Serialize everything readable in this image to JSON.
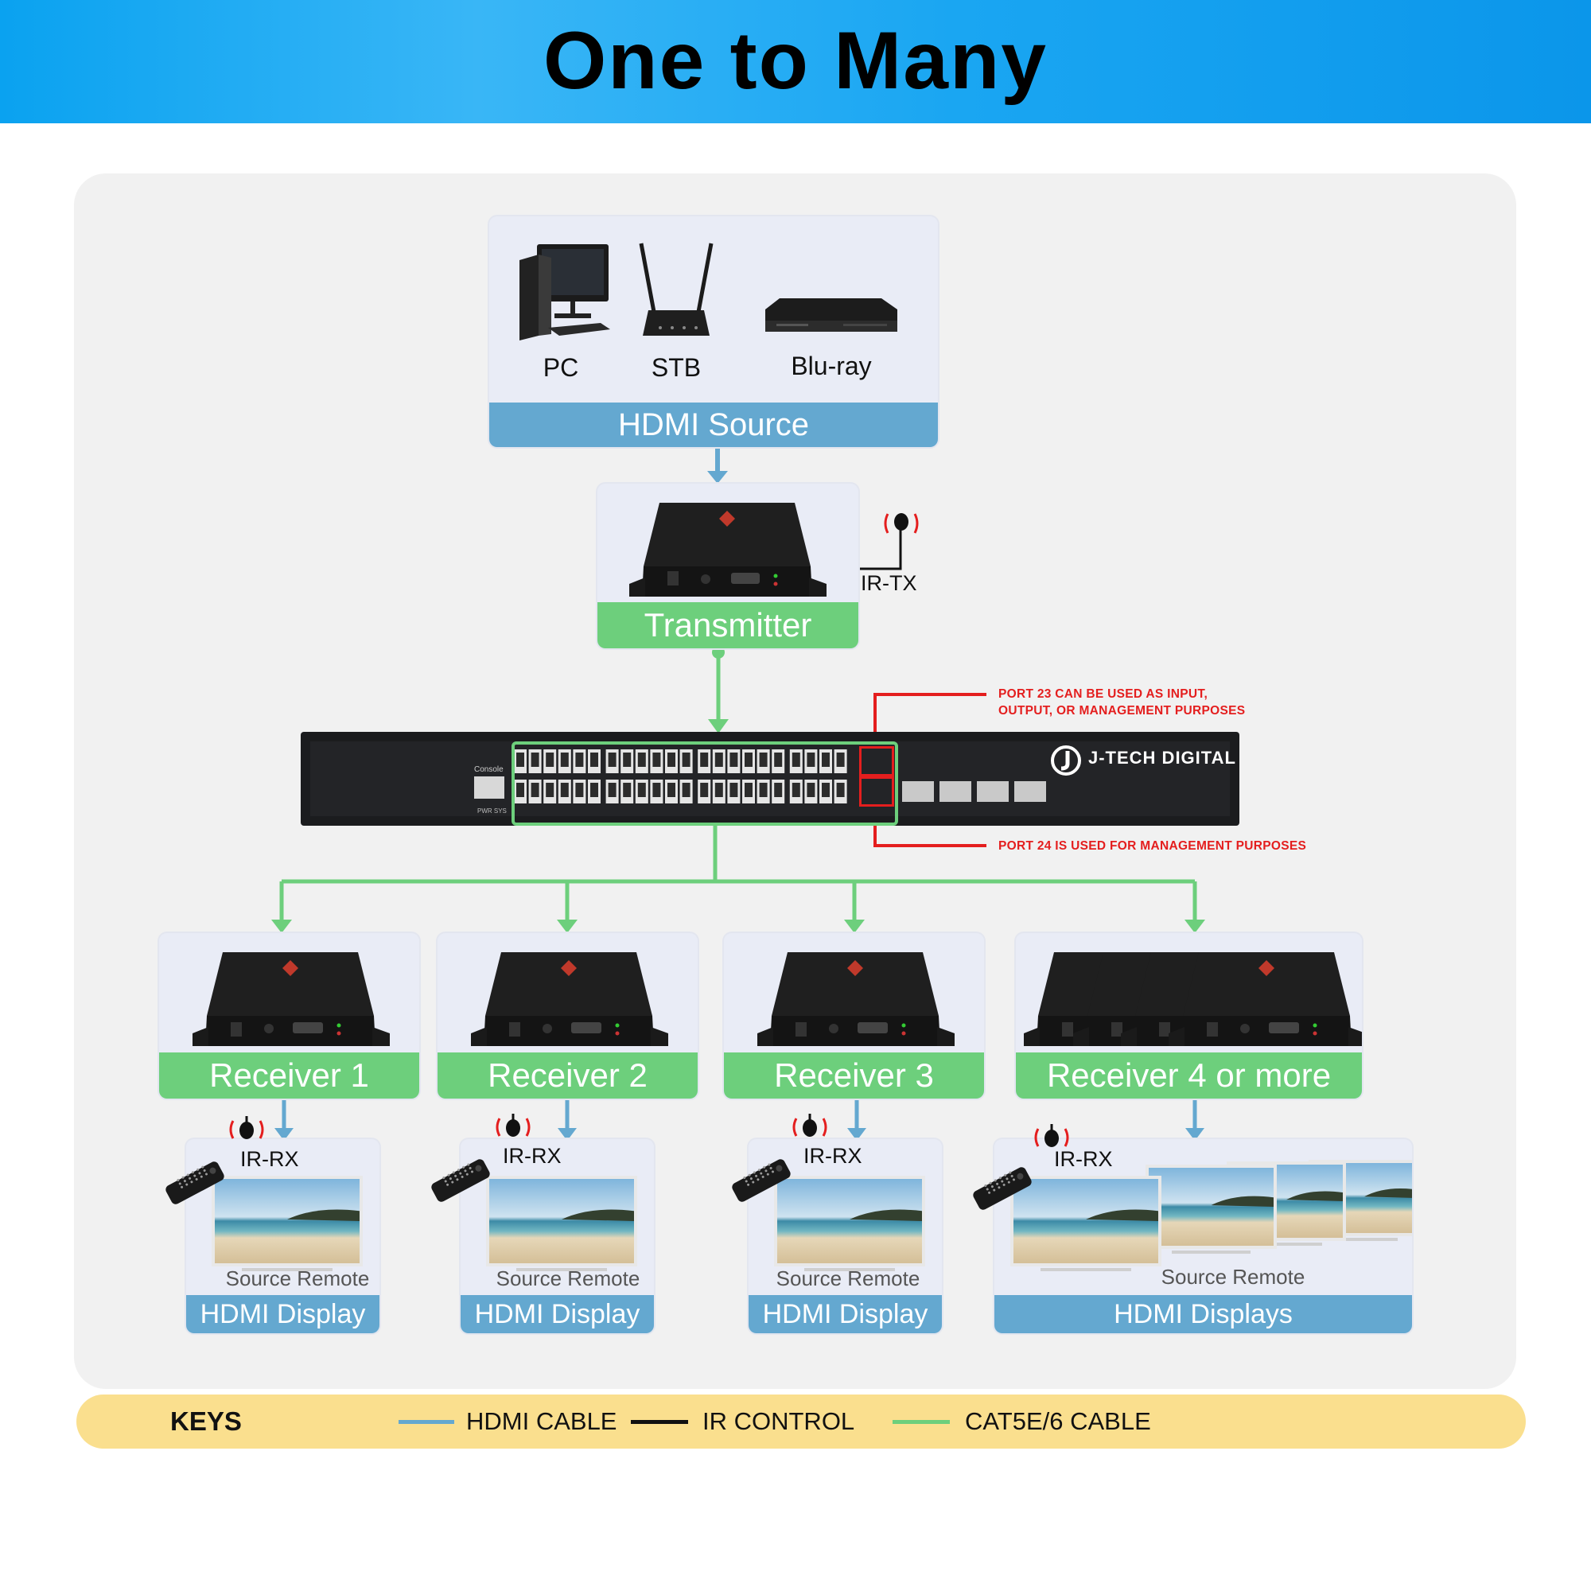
{
  "header": {
    "title": "One to Many"
  },
  "source": {
    "label": "HDMI Source",
    "devices": [
      {
        "icon": "pc-icon",
        "label": "PC"
      },
      {
        "icon": "router-icon",
        "label": "STB"
      },
      {
        "icon": "bluray-player-icon",
        "label": "Blu-ray"
      }
    ]
  },
  "transmitter": {
    "label": "Transmitter",
    "ir_label": "IR-TX"
  },
  "switch": {
    "brand": "J-TECH DIGITAL",
    "console_label": "Console",
    "led_labels": "PWR  SYS",
    "note_port23": "PORT 23 CAN BE USED AS INPUT,\nOUTPUT, OR MANAGEMENT PURPOSES",
    "note_port24": "PORT 24 IS USED FOR MANAGEMENT PURPOSES"
  },
  "receivers": [
    {
      "label": "Receiver 1"
    },
    {
      "label": "Receiver 2"
    },
    {
      "label": "Receiver 3"
    },
    {
      "label": "Receiver 4 or more"
    }
  ],
  "displays": [
    {
      "label": "HDMI Display",
      "sub": "Source Remote",
      "ir": "IR-RX"
    },
    {
      "label": "HDMI Display",
      "sub": "Source Remote",
      "ir": "IR-RX"
    },
    {
      "label": "HDMI Display",
      "sub": "Source Remote",
      "ir": "IR-RX"
    },
    {
      "label": "HDMI Displays",
      "sub": "Source Remote",
      "ir": "IR-RX"
    }
  ],
  "keys": {
    "title": "KEYS",
    "items": [
      {
        "label": "HDMI CABLE",
        "color": "#64a8d0"
      },
      {
        "label": "IR CONTROL",
        "color": "#111111"
      },
      {
        "label": "CAT5E/6 CABLE",
        "color": "#6dcf7c"
      }
    ]
  },
  "colors": {
    "hdmi": "#64a8d0",
    "cat": "#6dcf7c",
    "ir": "#111111",
    "note": "#e41e1e",
    "header": "#0aa2f0"
  }
}
